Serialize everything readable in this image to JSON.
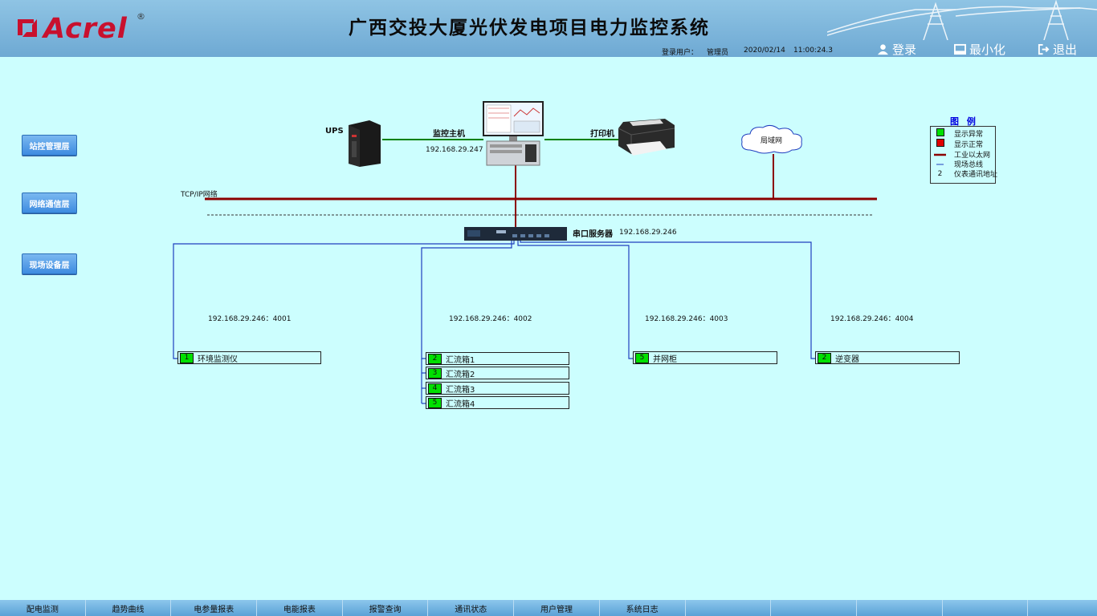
{
  "header": {
    "logo_text": "Acrel",
    "logo_reg": "®",
    "title": "广西交投大厦光伏发电项目电力监控系统",
    "user_label": "登录用户：",
    "user_name": "管理员",
    "date": "2020/02/14",
    "time": "11:00:24.3",
    "buttons": {
      "login": "登录",
      "minimize": "最小化",
      "exit": "退出"
    }
  },
  "layers": [
    "站控管理层",
    "网络通信层",
    "现场设备层"
  ],
  "devices": {
    "ups": "UPS",
    "host": "监控主机",
    "host_ip": "192.168.29.247",
    "printer": "打印机",
    "lan": "局域网",
    "tcpip": "TCP/IP网络",
    "serial_server": "串口服务器",
    "serial_ip": "192.168.29.246"
  },
  "ports": [
    "192.168.29.246：4001",
    "192.168.29.246：4002",
    "192.168.29.246：4003",
    "192.168.29.246：4004"
  ],
  "field_devices": [
    {
      "addr": "1",
      "name": "环境监测仪"
    },
    {
      "addr": "2",
      "name": "汇流箱1"
    },
    {
      "addr": "3",
      "name": "汇流箱2"
    },
    {
      "addr": "4",
      "name": "汇流箱3"
    },
    {
      "addr": "5",
      "name": "汇流箱4"
    },
    {
      "addr": "5",
      "name": "并网柜"
    },
    {
      "addr": "2",
      "name": "逆变器"
    }
  ],
  "legend": {
    "title": "图 例",
    "items": [
      {
        "key": "",
        "label": "显示异常"
      },
      {
        "key": "",
        "label": "显示正常"
      },
      {
        "key": "",
        "label": "工业以太网"
      },
      {
        "key": "",
        "label": "现场总线"
      },
      {
        "key": "2",
        "label": "仪表通讯地址"
      }
    ]
  },
  "colors": {
    "green": "#00e000",
    "red": "#e00000",
    "ethernet": "#8b0000",
    "bus": "#1f3fbf",
    "background": "#ccfefe"
  },
  "footer": [
    "配电监测",
    "趋势曲线",
    "电参量报表",
    "电能报表",
    "报警查询",
    "通讯状态",
    "用户管理",
    "系统日志",
    "",
    "",
    "",
    "",
    ""
  ]
}
